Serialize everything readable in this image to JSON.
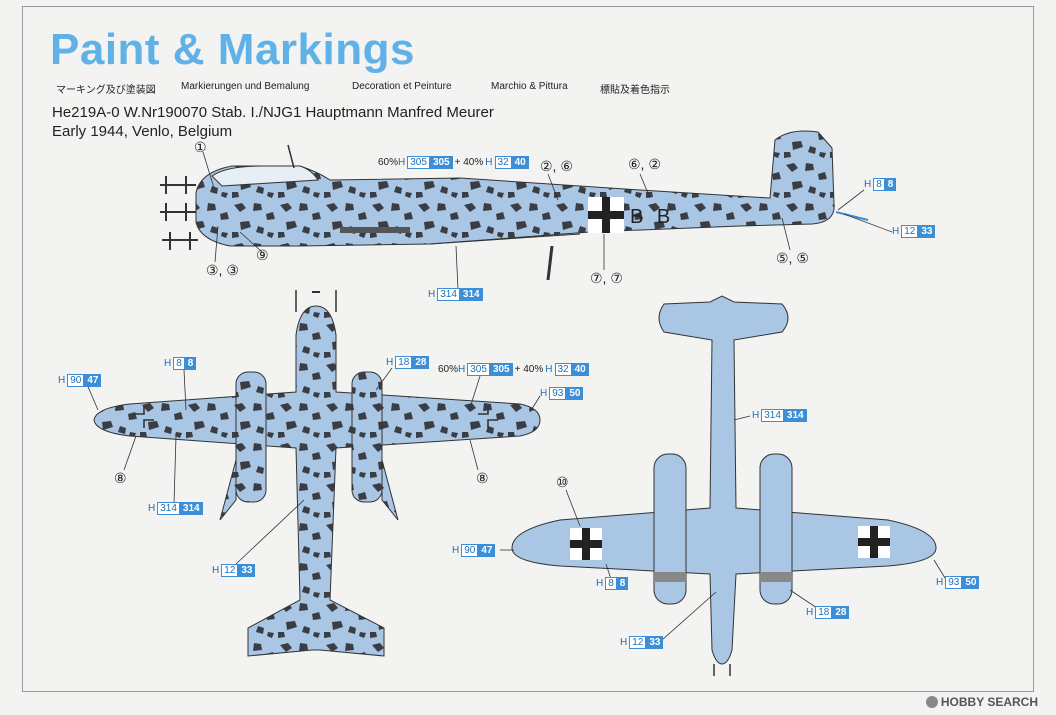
{
  "title": "Paint & Markings",
  "languages": [
    "マーキング及び塗装図",
    "Markierungen und Bemalung",
    "Decoration et Peinture",
    "Marchio & Pittura",
    "標貼及着色指示"
  ],
  "subtitle_line1": "He219A-0 W.Nr190070 Stab. I./NJG1 Hauptmann Manfred Meurer",
  "subtitle_line2": "Early 1944, Venlo, Belgium",
  "mix_label": {
    "pct1": "60%",
    "pct2": "+ 40%"
  },
  "color_h": "H",
  "codes": {
    "c305": "305",
    "c32": "32",
    "c40": "40",
    "c8": "8",
    "c12": "12",
    "c33": "33",
    "c314": "314",
    "c18": "18",
    "c28": "28",
    "c90": "90",
    "c47": "47",
    "c93": "93",
    "c50": "50"
  },
  "callouts": {
    "n1": "①",
    "n26": "②, ⑥",
    "n62": "⑥, ②",
    "n33": "③, ③",
    "n9": "⑨",
    "n77": "⑦, ⑦",
    "n55": "⑤, ⑤",
    "n8": "⑧",
    "n10": "⑩"
  },
  "code_letters": "B B",
  "watermark": "HOBBY SEARCH",
  "colors": {
    "camo_base": "#a9c6e4",
    "camo_spot": "#3b3d44",
    "accent": "#3c8fd6",
    "title": "#5fb1e8"
  }
}
